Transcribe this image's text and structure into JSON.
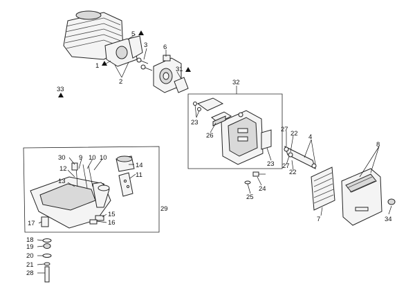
{
  "callouts": {
    "c1": "1",
    "c2": "2",
    "c3": "3",
    "c4": "4",
    "c5": "5",
    "c6": "6",
    "c7": "7",
    "c8": "8",
    "c9": "9",
    "c10a": "10",
    "c10b": "10",
    "c11": "11",
    "c12": "12",
    "c13": "13",
    "c14": "14",
    "c15": "15",
    "c16": "16",
    "c17": "17",
    "c18": "18",
    "c19": "19",
    "c20": "20",
    "c21": "21",
    "c22a": "22",
    "c22b": "22",
    "c23a": "23",
    "c23b": "23",
    "c24": "24",
    "c25": "25",
    "c26": "26",
    "c27a": "27",
    "c27b": "27",
    "c28": "28",
    "c29": "29",
    "c30": "30",
    "c31": "31",
    "c32": "32",
    "c33": "33",
    "c34": "34"
  },
  "colors": {
    "line": "#111111",
    "part_fill": "#f4f4f4",
    "part_shade": "#d9d9d9",
    "background": "#ffffff"
  },
  "icons": {
    "marker": "triangle-marker-icon"
  }
}
